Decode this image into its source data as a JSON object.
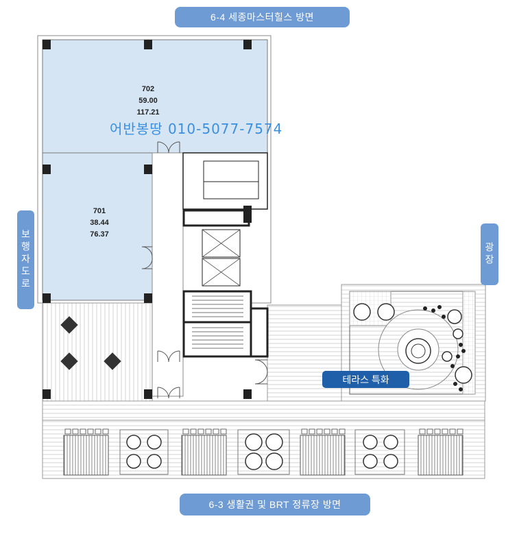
{
  "orientation_labels": {
    "top": "6-4 세종마스터힐스 방면",
    "bottom": "6-3 생활권 및 BRT 정류장 방면",
    "left": "보행자도로",
    "right": "광장"
  },
  "terrace_label": "테라스 특화",
  "phone_watermark": "어반봉땅 010-5077-7574",
  "units": [
    {
      "number": "702",
      "area_exclusive": "59.00",
      "area_supply": "117.21"
    },
    {
      "number": "701",
      "area_exclusive": "38.44",
      "area_supply": "76.37"
    }
  ],
  "colors": {
    "unit_fill": "#d6e5f4",
    "tag_blue": "#6f9bd5",
    "terrace_tag": "#1f5ea8",
    "watermark": "#3a8fe0"
  }
}
